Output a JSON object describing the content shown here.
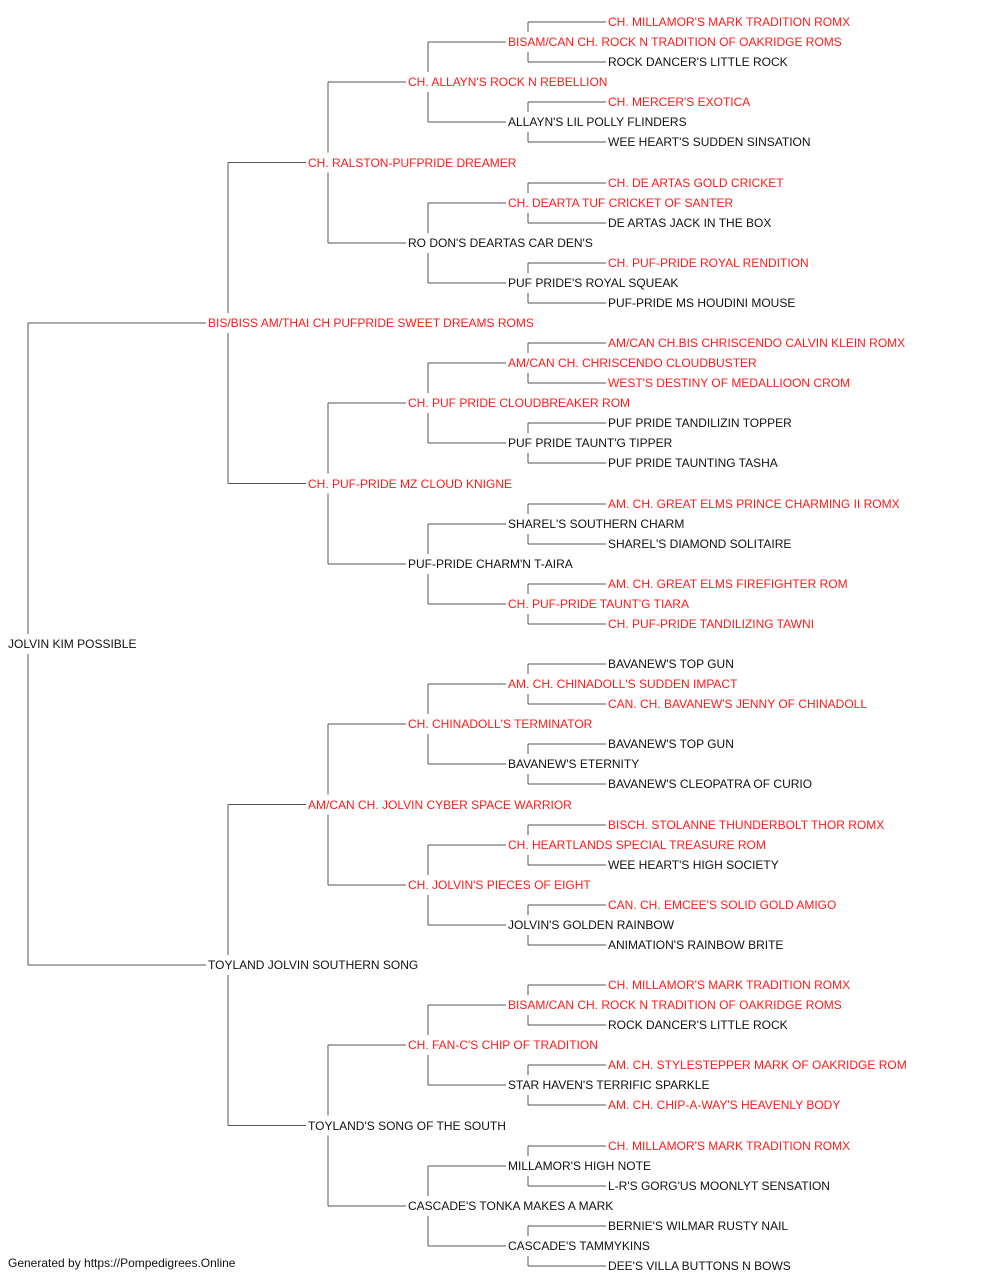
{
  "subject": "JOLVIN KIM POSSIBLE",
  "colors": {
    "champion": "#ff1a1a",
    "regular": "#111111",
    "line": "#555555"
  },
  "footer": "Generated by https://Pompedigrees.Online",
  "pedigree": {
    "name": "JOLVIN KIM POSSIBLE",
    "champion": false,
    "sire": {
      "name": "BIS/BISS AM/THAI CH PUFPRIDE SWEET DREAMS ROMS",
      "champion": true,
      "sire": {
        "name": "CH. RALSTON-PUFPRIDE DREAMER",
        "champion": true,
        "sire": {
          "name": "CH. ALLAYN'S ROCK N REBELLION",
          "champion": true,
          "sire": {
            "name": "BISAM/CAN CH. ROCK N TRADITION OF OAKRIDGE ROMS",
            "champion": true,
            "sire": {
              "name": "CH. MILLAMOR'S MARK TRADITION ROMX",
              "champion": true
            },
            "dam": {
              "name": "ROCK DANCER'S LITTLE ROCK",
              "champion": false
            }
          },
          "dam": {
            "name": "ALLAYN'S LIL POLLY FLINDERS",
            "champion": false,
            "sire": {
              "name": "CH. MERCER'S EXOTICA",
              "champion": true
            },
            "dam": {
              "name": "WEE HEART'S SUDDEN SINSATION",
              "champion": false
            }
          }
        },
        "dam": {
          "name": "RO DON'S DEARTAS CAR DEN'S",
          "champion": false,
          "sire": {
            "name": "CH. DEARTA TUF CRICKET OF SANTER",
            "champion": true,
            "sire": {
              "name": "CH. DE ARTAS GOLD CRICKET",
              "champion": true
            },
            "dam": {
              "name": "DE ARTAS JACK IN THE BOX",
              "champion": false
            }
          },
          "dam": {
            "name": "PUF PRIDE'S ROYAL SQUEAK",
            "champion": false,
            "sire": {
              "name": "CH. PUF-PRIDE ROYAL RENDITION",
              "champion": true
            },
            "dam": {
              "name": "PUF-PRIDE MS HOUDINI MOUSE",
              "champion": false
            }
          }
        }
      },
      "dam": {
        "name": "CH. PUF-PRIDE MZ CLOUD KNIGNE",
        "champion": true,
        "sire": {
          "name": "CH. PUF PRIDE CLOUDBREAKER ROM",
          "champion": true,
          "sire": {
            "name": "AM/CAN CH. CHRISCENDO CLOUDBUSTER",
            "champion": true,
            "sire": {
              "name": "AM/CAN CH.BIS CHRISCENDO CALVIN KLEIN ROMX",
              "champion": true
            },
            "dam": {
              "name": "WEST'S DESTINY OF MEDALLIOON CROM",
              "champion": true
            }
          },
          "dam": {
            "name": "PUF PRIDE TAUNT'G TIPPER",
            "champion": false,
            "sire": {
              "name": "PUF PRIDE TANDILIZIN TOPPER",
              "champion": false
            },
            "dam": {
              "name": "PUF PRIDE TAUNTING TASHA",
              "champion": false
            }
          }
        },
        "dam": {
          "name": "PUF-PRIDE CHARM'N T-AIRA",
          "champion": false,
          "sire": {
            "name": "SHAREL'S SOUTHERN CHARM",
            "champion": false,
            "sire": {
              "name": "AM. CH. GREAT ELMS PRINCE CHARMING II ROMX",
              "champion": true
            },
            "dam": {
              "name": "SHAREL'S DIAMOND SOLITAIRE",
              "champion": false
            }
          },
          "dam": {
            "name": "CH. PUF-PRIDE TAUNT'G TIARA",
            "champion": true,
            "sire": {
              "name": "AM. CH. GREAT ELMS FIREFIGHTER ROM",
              "champion": true
            },
            "dam": {
              "name": "CH. PUF-PRIDE TANDILIZING TAWNI",
              "champion": true
            }
          }
        }
      }
    },
    "dam": {
      "name": "TOYLAND JOLVIN SOUTHERN SONG",
      "champion": false,
      "sire": {
        "name": "AM/CAN CH. JOLVIN CYBER SPACE WARRIOR",
        "champion": true,
        "sire": {
          "name": "CH. CHINADOLL'S TERMINATOR",
          "champion": true,
          "sire": {
            "name": "AM. CH. CHINADOLL'S SUDDEN IMPACT",
            "champion": true,
            "sire": {
              "name": "BAVANEW'S TOP GUN",
              "champion": false
            },
            "dam": {
              "name": "CAN. CH. BAVANEW'S JENNY OF CHINADOLL",
              "champion": true
            }
          },
          "dam": {
            "name": "BAVANEW'S ETERNITY",
            "champion": false,
            "sire": {
              "name": "BAVANEW'S TOP GUN",
              "champion": false
            },
            "dam": {
              "name": "BAVANEW'S CLEOPATRA OF CURIO",
              "champion": false
            }
          }
        },
        "dam": {
          "name": "CH. JOLVIN'S PIECES OF EIGHT",
          "champion": true,
          "sire": {
            "name": "CH. HEARTLANDS SPECIAL TREASURE ROM",
            "champion": true,
            "sire": {
              "name": "BISCH. STOLANNE THUNDERBOLT THOR ROMX",
              "champion": true
            },
            "dam": {
              "name": "WEE HEART'S HIGH SOCIETY",
              "champion": false
            }
          },
          "dam": {
            "name": "JOLVIN'S GOLDEN RAINBOW",
            "champion": false,
            "sire": {
              "name": "CAN. CH. EMCEE'S SOLID GOLD AMIGO",
              "champion": true
            },
            "dam": {
              "name": "ANIMATION'S RAINBOW BRITE",
              "champion": false
            }
          }
        }
      },
      "dam": {
        "name": "TOYLAND'S SONG OF THE SOUTH",
        "champion": false,
        "sire": {
          "name": "CH. FAN-C'S CHIP OF TRADITION",
          "champion": true,
          "sire": {
            "name": "BISAM/CAN CH. ROCK N TRADITION OF OAKRIDGE ROMS",
            "champion": true,
            "sire": {
              "name": "CH. MILLAMOR'S MARK TRADITION ROMX",
              "champion": true
            },
            "dam": {
              "name": "ROCK DANCER'S LITTLE ROCK",
              "champion": false
            }
          },
          "dam": {
            "name": "STAR HAVEN'S TERRIFIC SPARKLE",
            "champion": false,
            "sire": {
              "name": "AM. CH. STYLESTEPPER MARK OF OAKRIDGE ROM",
              "champion": true
            },
            "dam": {
              "name": "AM. CH. CHIP-A-WAY'S HEAVENLY BODY",
              "champion": true
            }
          }
        },
        "dam": {
          "name": "CASCADE'S TONKA MAKES A MARK",
          "champion": false,
          "sire": {
            "name": "MILLAMOR'S HIGH NOTE",
            "champion": false,
            "sire": {
              "name": "CH. MILLAMOR'S MARK TRADITION ROMX",
              "champion": true
            },
            "dam": {
              "name": "L-R'S GORG'US MOONLYT SENSATION",
              "champion": false
            }
          },
          "dam": {
            "name": "CASCADE'S TAMMYKINS",
            "champion": false,
            "sire": {
              "name": "BERNIE'S WILMAR RUSTY NAIL",
              "champion": false
            },
            "dam": {
              "name": "DEE'S VILLA BUTTONS N BOWS",
              "champion": false
            }
          }
        }
      }
    }
  }
}
